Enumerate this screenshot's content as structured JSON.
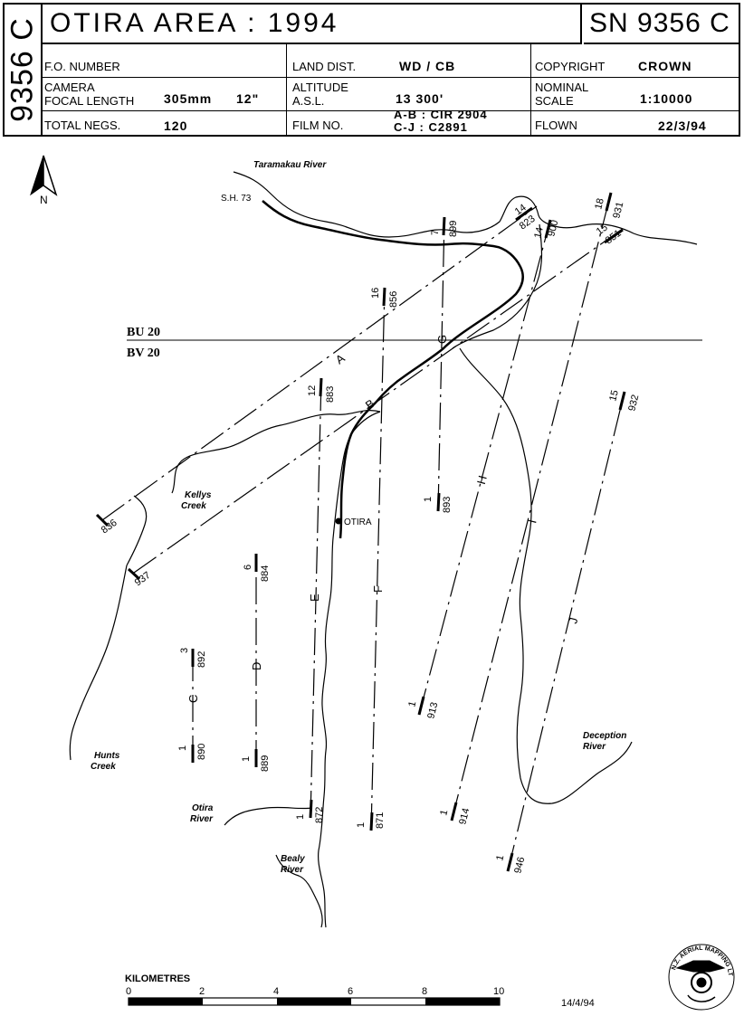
{
  "header": {
    "sheet_code": "9356 C",
    "title": "OTIRA  AREA  :  1994",
    "sn": "SN 9356 C",
    "fo_number_label": "F.O. NUMBER",
    "land_dist_label": "LAND DIST.",
    "land_dist_value": "WD / CB",
    "copyright_label": "COPYRIGHT",
    "copyright_value": "CROWN",
    "camera_label_1": "CAMERA",
    "camera_label_2": "FOCAL LENGTH",
    "focal_length_mm": "305mm",
    "focal_length_in": "12\"",
    "altitude_label_1": "ALTITUDE",
    "altitude_label_2": "A.S.L.",
    "altitude_value": "13 300'",
    "nominal_label_1": "NOMINAL",
    "nominal_label_2": "SCALE",
    "scale_value": "1:10000",
    "total_negs_label": "TOTAL NEGS.",
    "total_negs_value": "120",
    "film_no_label": "FILM NO.",
    "film_no_value_1": "A-B : CIR 2904",
    "film_no_value_2": "C-J : C2891",
    "flown_label": "FLOWN",
    "flown_value": "22/3/94"
  },
  "map": {
    "north_label": "N",
    "grid_labels": {
      "upper": "BU 20",
      "lower": "BV 20"
    },
    "place_labels": {
      "taramakau": "Taramakau River",
      "sh73": "S.H. 73",
      "kellys_1": "Kellys",
      "kellys_2": "Creek",
      "otira_town": "OTIRA",
      "hunts_1": "Hunts",
      "hunts_2": "Creek",
      "otira_river_1": "Otira",
      "otira_river_2": "River",
      "bealy_1": "Bealy",
      "bealy_2": "River",
      "deception_1": "Deception",
      "deception_2": "River"
    },
    "run_labels": {
      "A": "A",
      "B": "B",
      "C": "C",
      "D": "D",
      "E": "E",
      "F": "F",
      "G": "G",
      "H": "H",
      "I": "I",
      "J": "J"
    },
    "photo_labels": {
      "a_start": "836",
      "a_end_run": "14",
      "a_end": "823",
      "b_start": "937",
      "b_end_run": "15",
      "b_end": "851",
      "c_start_run": "1",
      "c_start": "890",
      "c_end_run": "3",
      "c_end": "892",
      "d_start_run": "1",
      "d_start": "889",
      "d_end_run": "6",
      "d_end": "884",
      "e_start_run": "1",
      "e_start": "872",
      "e_end_run": "12",
      "e_end": "883",
      "f_start_run": "1",
      "f_start": "871",
      "f_end_run": "16",
      "f_end": "856",
      "g_start_run": "1",
      "g_start": "893",
      "g_end_run": "7",
      "g_end": "899",
      "h_start_run": "1",
      "h_start": "913",
      "h_end_run": "14",
      "h_end": "900",
      "i_start_run": "1",
      "i_start": "914",
      "i_end_run": "18",
      "i_end": "931",
      "j_start_run": "1",
      "j_start": "946",
      "j_end_run": "15",
      "j_end": "932"
    },
    "scale_bar": {
      "title": "KILOMETRES",
      "ticks": [
        "0",
        "2",
        "4",
        "6",
        "8",
        "10"
      ]
    },
    "date_stamp": "14/4/94",
    "seal_text": "N.Z. AERIAL MAPPING LTD"
  }
}
